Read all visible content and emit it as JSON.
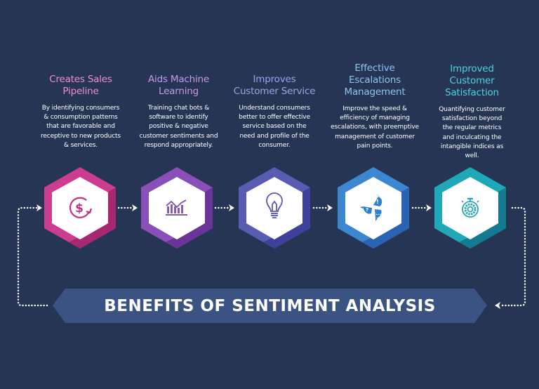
{
  "banner": {
    "title": "BENEFITS OF SENTIMENT ANALYSIS",
    "color": "#3b5383"
  },
  "steps": [
    {
      "title": "Creates Sales\nPipeline",
      "description": "By identifying consumers\n& consumption patterns\nthat are favorable and\nreceptive to new products\n& services.",
      "icon": "dollar-cycle-icon",
      "title_color": "#f08ccc",
      "hex_color": "#cc3d90",
      "hex_shadow": "#a52870"
    },
    {
      "title": "Aids Machine\nLearning",
      "description": "Training chat bots &\nsoftware to identify\npositive & negative\ncustomer sentiments and\nrespond appropriately.",
      "icon": "bar-chart-trend-icon",
      "title_color": "#c49ae8",
      "hex_color": "#8a4fb8",
      "hex_shadow": "#6a3498"
    },
    {
      "title": "Improves\nCustomer Service",
      "description": "Understand consumers\nbetter to offer effective\nservice based on the\nneed and profile of the\nconsumer.",
      "icon": "lightbulb-icon",
      "title_color": "#9fa2e6",
      "hex_color": "#5a5cb2",
      "hex_shadow": "#3e409a"
    },
    {
      "title": "Effective\nEscalations\nManagement",
      "description": "Improve the speed &\nefficiency of managing\nescalations, with preemptive\nmanagement of customer\npain points.",
      "icon": "chat-bubbles-icon",
      "title_color": "#8cc4f2",
      "hex_color": "#3d86d0",
      "hex_shadow": "#2a62b4"
    },
    {
      "title": "Improved\nCustomer\nSatisfaction",
      "description": "Quantifying customer\nsatisfaction beyond\nthe regular metrics\nand inculcating the\nintangible indices as\nwell.",
      "icon": "stopwatch-gear-icon",
      "title_color": "#4fd0e2",
      "hex_color": "#1ea8b8",
      "hex_shadow": "#137a92"
    }
  ]
}
